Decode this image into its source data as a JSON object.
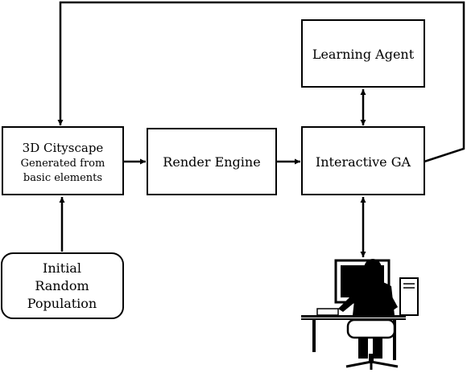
{
  "nodes": {
    "cityscape": {
      "lines": [
        "3D Cityscape",
        "Generated from",
        "basic elements"
      ]
    },
    "render": {
      "label": "Render Engine"
    },
    "iga": {
      "label": "Interactive GA"
    },
    "agent": {
      "label": "Learning Agent"
    },
    "initial": {
      "lines": [
        "Initial",
        "Random",
        "Population"
      ]
    }
  },
  "user_figure": {
    "icon": "user-at-computer-icon"
  },
  "edges": [
    {
      "from": "initial",
      "to": "cityscape",
      "direction": "forward"
    },
    {
      "from": "cityscape",
      "to": "render",
      "direction": "forward"
    },
    {
      "from": "render",
      "to": "iga",
      "direction": "forward"
    },
    {
      "from": "iga",
      "to": "agent",
      "direction": "both"
    },
    {
      "from": "iga",
      "to": "user",
      "direction": "both"
    },
    {
      "from": "iga",
      "to": "cityscape",
      "direction": "forward",
      "route": "over-top"
    }
  ]
}
